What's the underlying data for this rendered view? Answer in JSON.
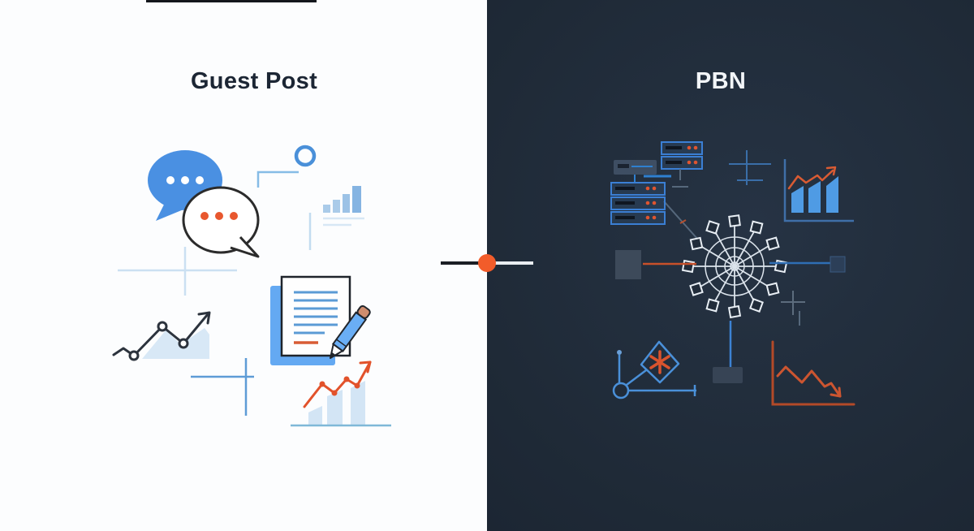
{
  "graphic": {
    "type": "comparison-illustration",
    "topic": "Guest Post vs PBN link building"
  },
  "left_panel": {
    "title": "Guest Post",
    "background": "#fcfdfe",
    "title_color": "#1c2634",
    "illustrations": [
      "chat-bubbles-icon",
      "mini-bar-chart-icon",
      "growth-line-chart-icon",
      "article-document-with-pen-icon",
      "trend-chart-with-bars-icon",
      "crosshair-marks",
      "circle-outline-mark",
      "corner-line-mark"
    ]
  },
  "right_panel": {
    "title": "PBN",
    "background": "#1f2a37",
    "title_color": "#f2f5f8",
    "illustrations": [
      "server-cluster-icon",
      "growth-bar-chart-icon",
      "link-wheel-hub-icon",
      "linked-node-squares",
      "declining-chart-icon",
      "flagged-site-diagram-icon",
      "crosshair-marks"
    ]
  },
  "divider": {
    "dot_color": "#f25c2a",
    "left_line_color": "#1b1e24",
    "right_line_color": "#e9edf1"
  },
  "colors": {
    "accent_orange": "#e8572e",
    "bubble_blue": "#4a90e2",
    "light_blue": "#bdd8ef",
    "doc_blue": "#64a9f2",
    "dark_navy_bg": "#1f2a37",
    "server_blue": "#3b7fd4",
    "hub_white": "#e8eef4",
    "decline_red": "#c0502c"
  }
}
